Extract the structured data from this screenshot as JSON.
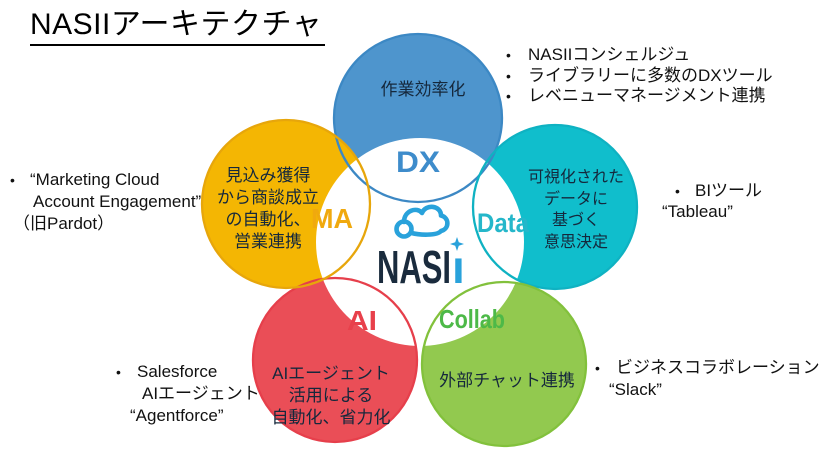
{
  "title": "NASIIアーキテクチャ",
  "bullet_char": "•",
  "logo": {
    "text_main": "NASI",
    "text_accent": "ı",
    "text_color": "#1A2B3D",
    "accent_color": "#29A2DB"
  },
  "circles": {
    "dx": {
      "label": "DX",
      "fill": "#4E95CD",
      "stroke": "#3C88C4",
      "label_color": "#3E8CCB",
      "lines": [
        "作業効率化"
      ]
    },
    "ma": {
      "label": "MA",
      "fill": "#F4B603",
      "stroke": "#E7A60B",
      "label_color": "#F0A90E",
      "lines": [
        "見込み獲得",
        "から商談成立",
        "の自動化、",
        "営業連携"
      ]
    },
    "data": {
      "label": "Data",
      "fill": "#10BECC",
      "stroke": "#0FB2C2",
      "label_color": "#25B7CA",
      "lines": [
        "可視化された",
        "データに",
        "基づく",
        "意思決定"
      ]
    },
    "ai": {
      "label": "AI",
      "fill": "#EA4E57",
      "stroke": "#E63F4B",
      "label_color": "#E8404B",
      "lines": [
        "AIエージェント",
        "活用による",
        "自動化、省力化"
      ]
    },
    "collab": {
      "label": "Collab",
      "fill": "#92C94F",
      "stroke": "#82C13C",
      "label_color": "#4DB948",
      "lines": [
        "外部チャット連携"
      ]
    }
  },
  "annotations": {
    "dx": {
      "items": [
        "NASIIコンシェルジュ",
        "ライブラリーに多数のDXツール",
        "レベニューマネージメント連携"
      ]
    },
    "ma": {
      "lines": [
        "“Marketing Cloud",
        "Account Engagement”",
        "（旧Pardot）"
      ]
    },
    "data": {
      "lines": [
        "BIツール",
        "“Tableau”"
      ]
    },
    "ai": {
      "lines": [
        "Salesforce",
        "AIエージェント",
        "“Agentforce”"
      ]
    },
    "collab": {
      "lines": [
        "ビジネスコラボレーション",
        "“Slack”"
      ]
    }
  }
}
